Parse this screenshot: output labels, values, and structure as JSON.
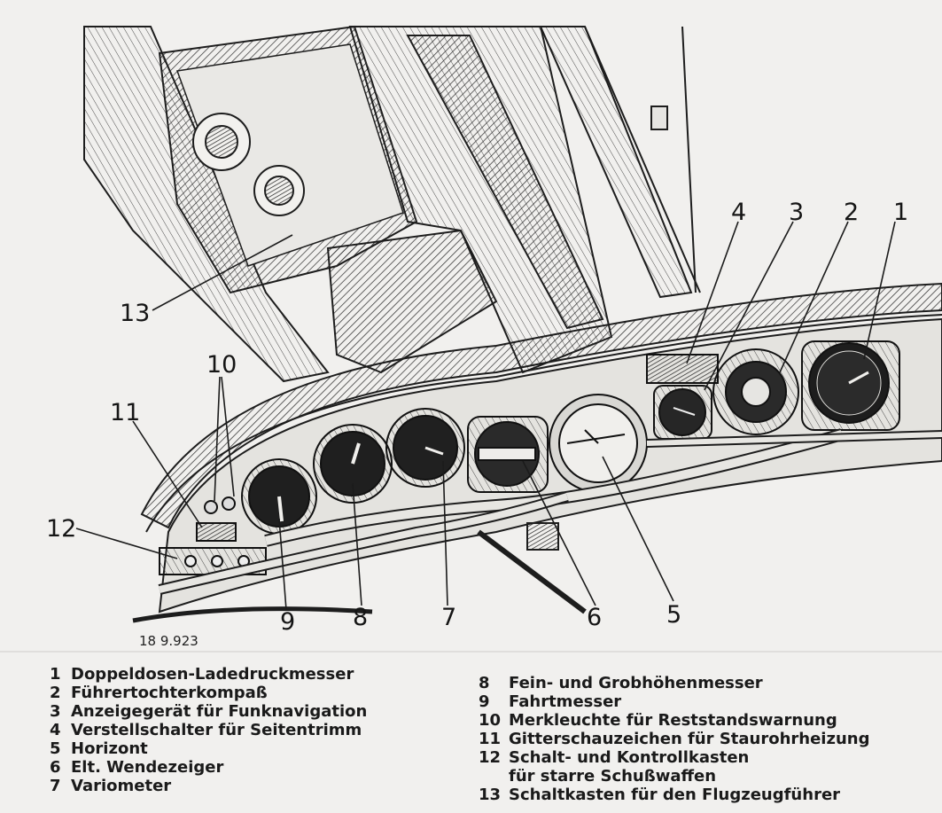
{
  "figure": {
    "id": "18 9.923",
    "callouts": [
      "1",
      "2",
      "3",
      "4",
      "5",
      "6",
      "7",
      "8",
      "9",
      "10",
      "11",
      "12",
      "13"
    ]
  },
  "legend": {
    "left": [
      {
        "num": "1",
        "text": "Doppeldosen-Ladedruckmesser"
      },
      {
        "num": "2",
        "text": "Führertochterkompaß"
      },
      {
        "num": "3",
        "text": "Anzeigegerät für Funknavigation"
      },
      {
        "num": "4",
        "text": "Verstellschalter für Seitentrimm"
      },
      {
        "num": "5",
        "text": "Horizont"
      },
      {
        "num": "6",
        "text": "Elt. Wendezeiger"
      },
      {
        "num": "7",
        "text": "Variometer"
      }
    ],
    "right": [
      {
        "num": "8",
        "text": "Fein- und Grobhöhenmesser"
      },
      {
        "num": "9",
        "text": "Fahrtmesser"
      },
      {
        "num": "10",
        "text": "Merkleuchte für Reststandswarnung"
      },
      {
        "num": "11",
        "text": "Gitterschauzeichen für Staurohrheizung"
      },
      {
        "num": "12",
        "text": "Schalt- und Kontrollkasten",
        "cont": "für starre Schußwaffen"
      },
      {
        "num": "13",
        "text": "Schaltkasten für den Flugzeugführer"
      }
    ]
  },
  "colors": {
    "paper": "#f1f0ee",
    "ink": "#1a1a1a"
  }
}
